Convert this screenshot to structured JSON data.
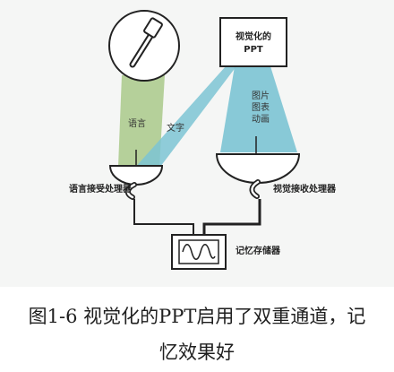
{
  "diagram": {
    "screen_label_line1": "视觉化的",
    "screen_label_line2": "PPT",
    "beam_label_speech": "语言",
    "beam_label_text": "文字",
    "beam_label_visual_line1": "图片",
    "beam_label_visual_line2": "图表",
    "beam_label_visual_line3": "动画",
    "speech_processor_label": "语言接受处理器",
    "visual_processor_label": "视觉接收处理器",
    "memory_label": "记忆存储器",
    "colors": {
      "speech_beam": "#a9c98a",
      "visual_beam": "#7cc4d4",
      "outline": "#222222",
      "background": "#f5f6f5"
    }
  },
  "caption": {
    "line1": "图1-6 视觉化的PPT启用了双重通道，记",
    "line2": "忆效果好"
  }
}
